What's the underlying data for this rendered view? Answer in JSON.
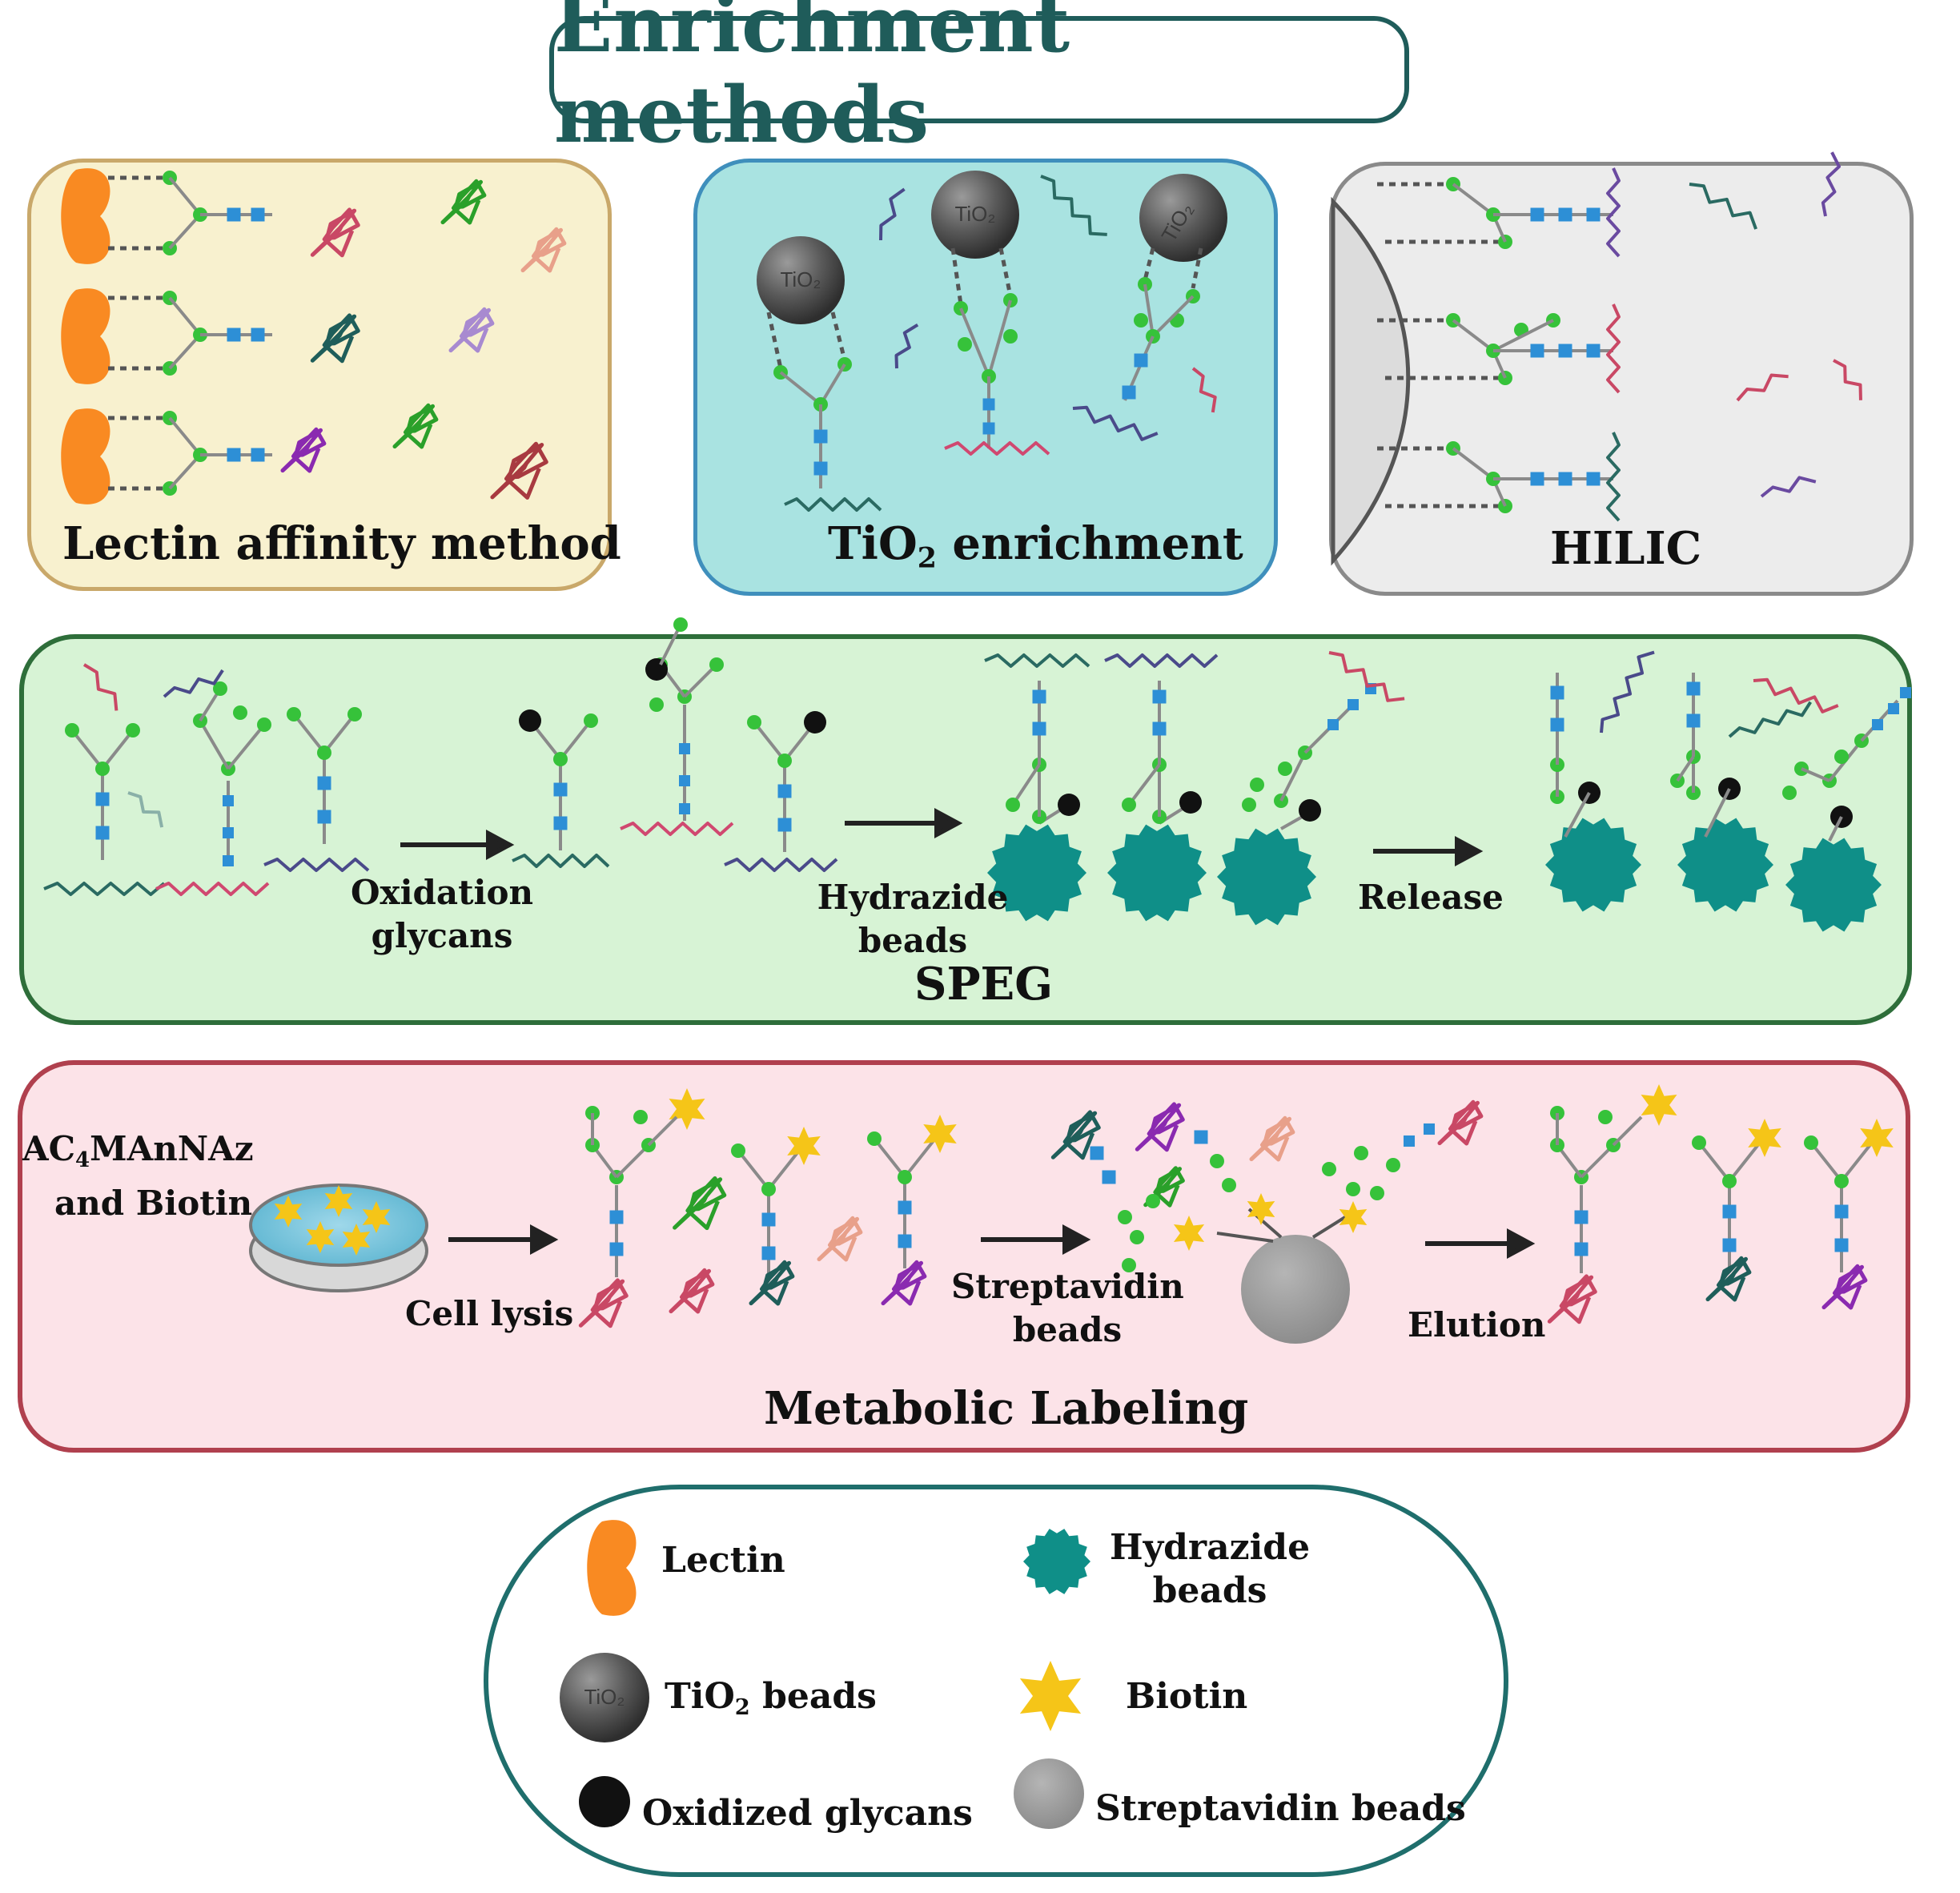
{
  "title": "Enrichment methods",
  "panels": {
    "lectin": {
      "label": "Lectin affinity method"
    },
    "tio2": {
      "label_prefix": "TiO",
      "label_sub": "2",
      "label_suffix": " enrichment",
      "bead_text": "TiO₂"
    },
    "hilic": {
      "label": "HILIC"
    },
    "speg": {
      "label": "SPEG",
      "steps": {
        "oxidation": [
          "Oxidation",
          "glycans"
        ],
        "hydrazide": [
          "Hydrazide",
          "beads"
        ],
        "release": "Release"
      }
    },
    "metabolic": {
      "label": "Metabolic Labeling",
      "reagent": {
        "line1_prefix": "AC",
        "line1_sub": "4",
        "line1_suffix": "MAnNAz",
        "line2": "and Biotin"
      },
      "steps": {
        "lysis": "Cell lysis",
        "streptavidin": [
          "Streptavidin",
          "beads"
        ],
        "elution": "Elution"
      }
    }
  },
  "legend": {
    "lectin": "Lectin",
    "hydrazide": [
      "Hydrazide",
      "beads"
    ],
    "tio2_prefix": "TiO",
    "tio2_sub": "2",
    "tio2_suffix": " beads",
    "biotin": "Biotin",
    "oxidized": "Oxidized glycans",
    "streptavidin": "Streptavidin beads"
  },
  "colors": {
    "title": "#1f5c5a",
    "lectin_panel_bg": "#f8f1cf",
    "lectin_panel_border": "#c9a86a",
    "tio2_panel_bg": "#a9e3e1",
    "tio2_panel_border": "#3f8fbc",
    "hilic_panel_bg": "#ececec",
    "hilic_panel_border": "#8a8a8a",
    "speg_panel_bg": "#d7f3d5",
    "speg_panel_border": "#2e6e3a",
    "metabolic_panel_bg": "#fce3e8",
    "metabolic_panel_border": "#b0404e",
    "legend_border": "#1f6e6c",
    "glycan_node": "#36c23a",
    "glcnac_square": "#2d8fd6",
    "lectin": "#f98a22",
    "hydrazide_bead": "#0f8f88",
    "biotin_star": "#f5c518",
    "oxidized": "#111111",
    "tio2_bead": "#5a5a5a",
    "streptavidin_bead": "#9a9a9a"
  }
}
